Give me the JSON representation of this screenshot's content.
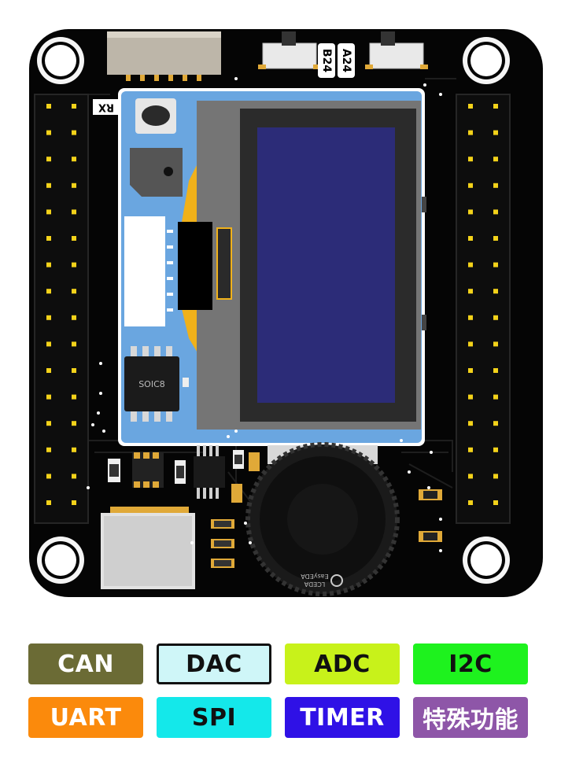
{
  "board": {
    "silkscreen": {
      "rx": "RX",
      "b24": "B24",
      "a24": "A24",
      "chip": "SOIC8",
      "logo_line1": "LCEDA",
      "logo_line2": "EasyEDA"
    },
    "colors": {
      "pcb": "#050505",
      "gold": "#f3d21a",
      "module": "#6aa6e0",
      "screen_frame": "#2b2b2b",
      "screen": "#2c2c78"
    }
  },
  "legend": [
    {
      "label": "CAN",
      "bg": "#6b6b35",
      "fg": "#ffffff",
      "border": "none"
    },
    {
      "label": "DAC",
      "bg": "#cff6f8",
      "fg": "#111111",
      "border": "#111111"
    },
    {
      "label": "ADC",
      "bg": "#c8f21a",
      "fg": "#111111",
      "border": "none"
    },
    {
      "label": "I2C",
      "bg": "#1ef21e",
      "fg": "#111111",
      "border": "none"
    },
    {
      "label": "UART",
      "bg": "#fb8a0c",
      "fg": "#ffffff",
      "border": "none"
    },
    {
      "label": "SPI",
      "bg": "#14e8ea",
      "fg": "#111111",
      "border": "none"
    },
    {
      "label": "TIMER",
      "bg": "#2f11e6",
      "fg": "#ffffff",
      "border": "none"
    },
    {
      "label": "特殊功能",
      "bg": "#8e56a8",
      "fg": "#ffffff",
      "border": "none"
    }
  ]
}
